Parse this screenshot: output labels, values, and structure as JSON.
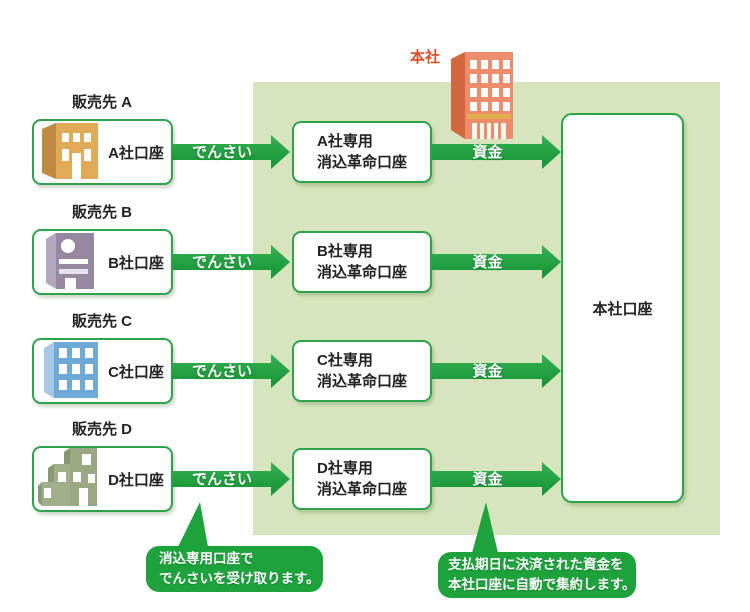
{
  "colors": {
    "panel_bg": "#d6e5bd",
    "arrow_green": "#1ea23c",
    "box_border_green": "#2da44b",
    "callout_green": "#1ea23c",
    "head_office_red": "#d94f28",
    "text": "#222222"
  },
  "head_office": {
    "label": "本社",
    "account_label": "本社口座",
    "building_icon": "head-office-building-icon",
    "building_color": "#ee8d6b"
  },
  "rows": [
    {
      "id": "A",
      "partner_label": "販売先 A",
      "account_label": "A社口座",
      "densai_label": "でんさい",
      "dedicated_line1": "A社専用",
      "dedicated_line2": "消込革命口座",
      "funds_label": "資金",
      "building_icon": "company-a-building-icon",
      "building_color": "#e1aa56"
    },
    {
      "id": "B",
      "partner_label": "販売先 B",
      "account_label": "B社口座",
      "densai_label": "でんさい",
      "dedicated_line1": "B社専用",
      "dedicated_line2": "消込革命口座",
      "funds_label": "資金",
      "building_icon": "company-b-building-icon",
      "building_color": "#97879f"
    },
    {
      "id": "C",
      "partner_label": "販売先 C",
      "account_label": "C社口座",
      "densai_label": "でんさい",
      "dedicated_line1": "C社専用",
      "dedicated_line2": "消込革命口座",
      "funds_label": "資金",
      "building_icon": "company-c-building-icon",
      "building_color": "#6fa9d7"
    },
    {
      "id": "D",
      "partner_label": "販売先 D",
      "account_label": "D社口座",
      "densai_label": "でんさい",
      "dedicated_line1": "D社専用",
      "dedicated_line2": "消込革命口座",
      "funds_label": "資金",
      "building_icon": "company-d-building-icon",
      "building_color": "#9aa883"
    }
  ],
  "callouts": {
    "left": {
      "line1": "消込専用口座で",
      "line2": "でんさいを受け取ります。"
    },
    "right": {
      "line1": "支払期日に決済された資金を",
      "line2": "本社口座に自動で集約します。"
    }
  }
}
